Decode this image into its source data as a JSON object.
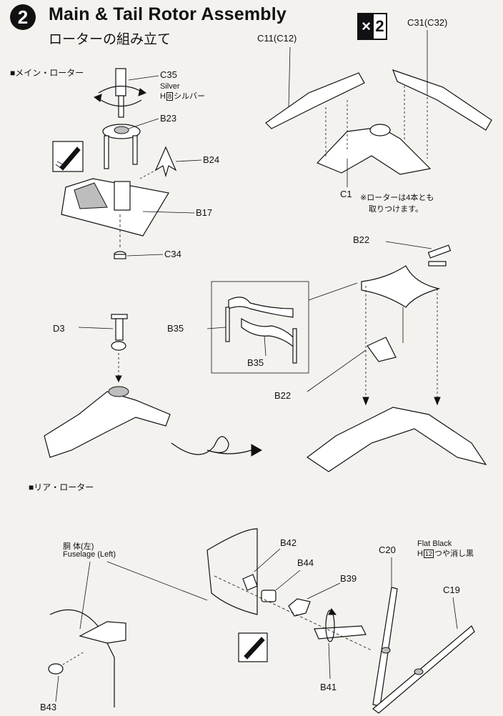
{
  "header": {
    "step_number": "2",
    "title_en": "Main & Tail Rotor Assembly",
    "title_jp": "ローターの組み立て",
    "multiplier_x": "×",
    "multiplier_n": "2"
  },
  "sections": {
    "main_rotor": "■メイン・ローター",
    "rear_rotor": "■リア・ローター"
  },
  "labels": {
    "c35": "C35",
    "c35_color": "Silver",
    "c35_code": "8",
    "c35_jp": "シルバー",
    "b23": "B23",
    "b24": "B24",
    "b17": "B17",
    "c34": "C34",
    "c11": "C11(C12)",
    "c31": "C31(C32)",
    "c1": "C1",
    "note_line1": "※ローターは4本とも",
    "note_line2": "取りつけます。",
    "b22_top": "B22",
    "d3": "D3",
    "b35_a": "B35",
    "b35_b": "B35",
    "b22_mid": "B22",
    "fuselage_jp": "胴 体(左)",
    "fuselage_en": "Fuselage (Left)",
    "b42": "B42",
    "b44": "B44",
    "b39": "B39",
    "c20": "C20",
    "flat_black": "Flat Black",
    "c20_code": "12",
    "c20_jp": "つや消し黒",
    "c19": "C19",
    "b41": "B41",
    "b43": "B43"
  }
}
